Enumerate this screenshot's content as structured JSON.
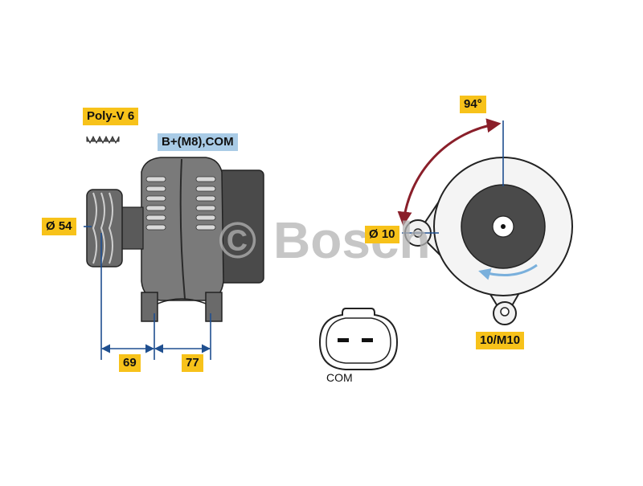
{
  "labels": {
    "poly_v": "Poly-V 6",
    "terminal": "B+(M8),COM",
    "pulley_dia": "Ø 54",
    "dim_69": "69",
    "dim_77": "77",
    "angle": "94°",
    "hole_dia": "Ø 10",
    "mount": "10/M10",
    "connector": "COM"
  },
  "watermark": {
    "symbol": "©",
    "brand": "Bosch"
  },
  "colors": {
    "label_yellow": "#f7c21a",
    "label_blue": "#a9cbe6",
    "dimension_line": "#1f4f8f",
    "angle_arrow": "#8a1f2a",
    "rotation_arrow": "#7ab0dc",
    "housing_dark": "#555555",
    "rotor_dark": "#4a4a4a"
  }
}
